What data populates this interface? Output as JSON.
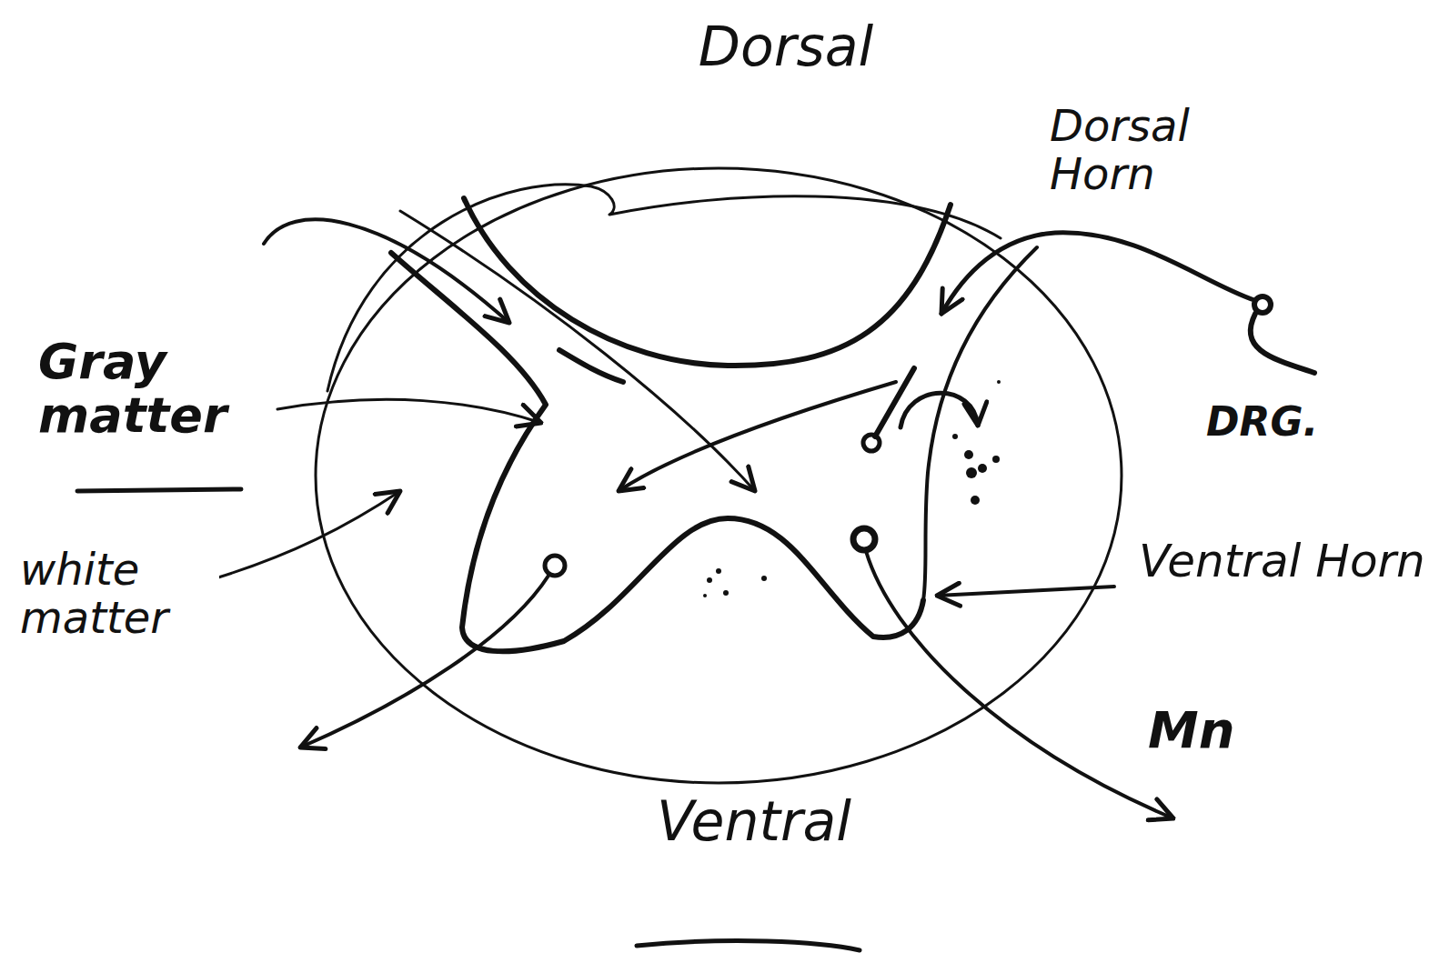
{
  "diagram": {
    "labels": [
      "Dorsal",
      "Dorsal Horn",
      "Gray matter",
      "DRG.",
      "white matter",
      "Ventral Horn",
      "Mn",
      "Ventral"
    ]
  }
}
